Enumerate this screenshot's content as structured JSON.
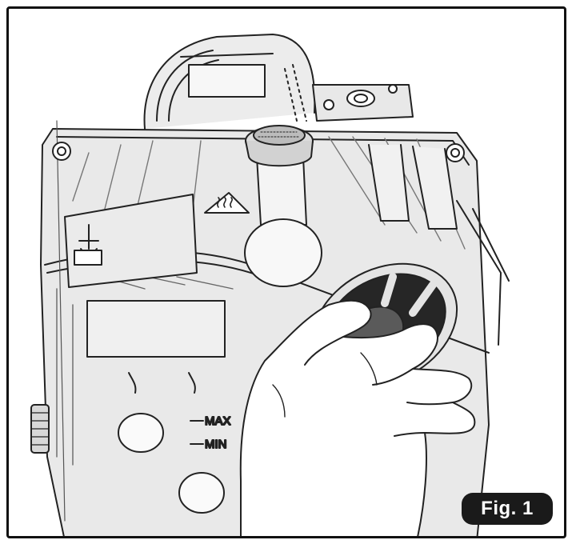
{
  "figure": {
    "badge_label": "Fig. 1",
    "oil_level_max_label": "MAX",
    "oil_level_min_label": "MIN",
    "icons": [
      "hot-surface-warning-icon",
      "oil-fill-arrow-icon"
    ]
  }
}
